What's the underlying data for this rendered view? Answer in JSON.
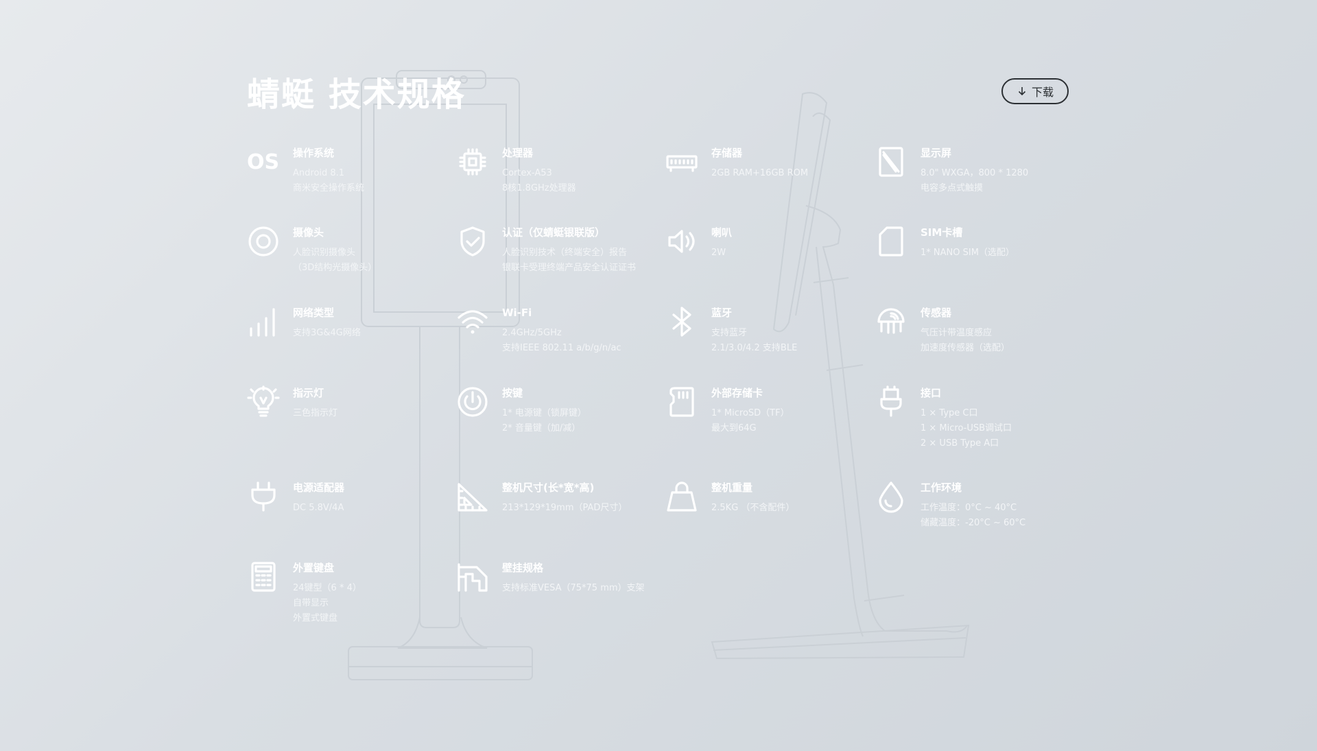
{
  "page": {
    "title": "蜻蜓 技术规格",
    "download_label": "下载"
  },
  "specs": [
    {
      "icon": "os-icon",
      "title": "操作系统",
      "lines": [
        "Android 8.1",
        "商米安全操作系统"
      ]
    },
    {
      "icon": "processor-icon",
      "title": "处理器",
      "lines": [
        "Cortex-A53",
        "8核1.8GHz处理器"
      ]
    },
    {
      "icon": "memory-icon",
      "title": "存储器",
      "lines": [
        "2GB RAM+16GB ROM"
      ]
    },
    {
      "icon": "display-icon",
      "title": "显示屏",
      "lines": [
        "8.0\" WXGA，800 * 1280",
        "电容多点式触摸"
      ]
    },
    {
      "icon": "camera-icon",
      "title": "摄像头",
      "lines": [
        "人脸识别摄像头",
        "（3D结构光摄像头）"
      ]
    },
    {
      "icon": "shield-check-icon",
      "title": "认证（仅蜻蜓银联版）",
      "lines": [
        "人脸识别技术（终端安全）报告",
        "银联卡受理终端产品安全认证证书"
      ]
    },
    {
      "icon": "speaker-icon",
      "title": "喇叭",
      "lines": [
        "2W"
      ]
    },
    {
      "icon": "sim-card-icon",
      "title": "SIM卡槽",
      "lines": [
        "1* NANO SIM（选配）"
      ]
    },
    {
      "icon": "signal-bars-icon",
      "title": "网络类型",
      "lines": [
        "支持3G&4G网络"
      ]
    },
    {
      "icon": "wifi-icon",
      "title": "Wi-Fi",
      "lines": [
        "2.4GHz/5GHz",
        "支持IEEE 802.11 a/b/g/n/ac"
      ]
    },
    {
      "icon": "bluetooth-icon",
      "title": "蓝牙",
      "lines": [
        "支持蓝牙",
        "2.1/3.0/4.2 支持BLE"
      ]
    },
    {
      "icon": "sensor-icon",
      "title": "传感器",
      "lines": [
        "气压计带温度感应",
        "加速度传感器（选配）"
      ]
    },
    {
      "icon": "lightbulb-icon",
      "title": "指示灯",
      "lines": [
        "三色指示灯"
      ]
    },
    {
      "icon": "power-button-icon",
      "title": "按键",
      "lines": [
        "1* 电源键（锁屏键）",
        "2* 音量键（加/减）"
      ]
    },
    {
      "icon": "sd-card-icon",
      "title": "外部存储卡",
      "lines": [
        "1* MicroSD（TF）",
        "最大到64G"
      ]
    },
    {
      "icon": "usb-plug-icon",
      "title": "接口",
      "lines": [
        "1 × Type C口",
        "1 × Micro-USB调试口",
        "2 × USB Type A口"
      ]
    },
    {
      "icon": "power-plug-icon",
      "title": "电源适配器",
      "lines": [
        "DC 5.8V/4A"
      ]
    },
    {
      "icon": "ruler-triangle-icon",
      "title": "整机尺寸(长*宽*高)",
      "lines": [
        "213*129*19mm（PAD尺寸）"
      ]
    },
    {
      "icon": "weight-icon",
      "title": "整机重量",
      "lines": [
        "2.5KG （不含配件）"
      ]
    },
    {
      "icon": "water-drop-icon",
      "title": "工作环境",
      "lines": [
        "工作温度：0°C ~ 40°C",
        "储藏温度：-20°C ~ 60°C"
      ]
    },
    {
      "icon": "keypad-icon",
      "title": "外置键盘",
      "lines": [
        "24键型（6 * 4）",
        "自带显示",
        "外置式键盘"
      ]
    },
    {
      "icon": "wall-mount-icon",
      "title": "壁挂规格",
      "lines": [
        "支持标准VESA（75*75 mm）支架"
      ]
    }
  ]
}
